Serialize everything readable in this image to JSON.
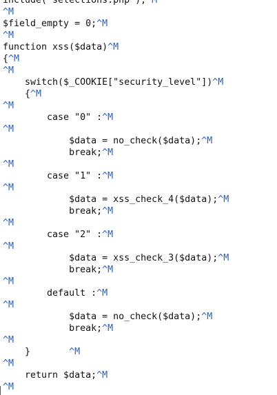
{
  "editor": {
    "cr_marker": "^M",
    "lines": [
      {
        "text": "include(\"selections.php\");",
        "cr": true
      },
      {
        "text": "",
        "cr": true
      },
      {
        "text": "$field_empty = 0;",
        "cr": true
      },
      {
        "text": "",
        "cr": true
      },
      {
        "text": "function xss($data)",
        "cr": true
      },
      {
        "text": "{",
        "cr": true
      },
      {
        "text": "",
        "cr": true
      },
      {
        "text": "    switch($_COOKIE[\"security_level\"])",
        "cr": true
      },
      {
        "text": "    {",
        "cr": true
      },
      {
        "text": "",
        "cr": true
      },
      {
        "text": "        case \"0\" :",
        "cr": true
      },
      {
        "text": "",
        "cr": true
      },
      {
        "text": "            $data = no_check($data);",
        "cr": true
      },
      {
        "text": "            break;",
        "cr": true
      },
      {
        "text": "",
        "cr": true
      },
      {
        "text": "        case \"1\" :",
        "cr": true
      },
      {
        "text": "",
        "cr": true
      },
      {
        "text": "            $data = xss_check_4($data);",
        "cr": true
      },
      {
        "text": "            break;",
        "cr": true
      },
      {
        "text": "",
        "cr": true
      },
      {
        "text": "        case \"2\" :",
        "cr": true
      },
      {
        "text": "",
        "cr": true
      },
      {
        "text": "            $data = xss_check_3($data);",
        "cr": true
      },
      {
        "text": "            break;",
        "cr": true
      },
      {
        "text": "",
        "cr": true
      },
      {
        "text": "        default :",
        "cr": true
      },
      {
        "text": "",
        "cr": true
      },
      {
        "text": "            $data = no_check($data);",
        "cr": true
      },
      {
        "text": "            break;",
        "cr": true
      },
      {
        "text": "",
        "cr": true
      },
      {
        "text": "    }       ",
        "cr": true
      },
      {
        "text": "",
        "cr": true
      },
      {
        "text": "    return $data;",
        "cr": true
      },
      {
        "text": "",
        "cr": true
      }
    ]
  }
}
